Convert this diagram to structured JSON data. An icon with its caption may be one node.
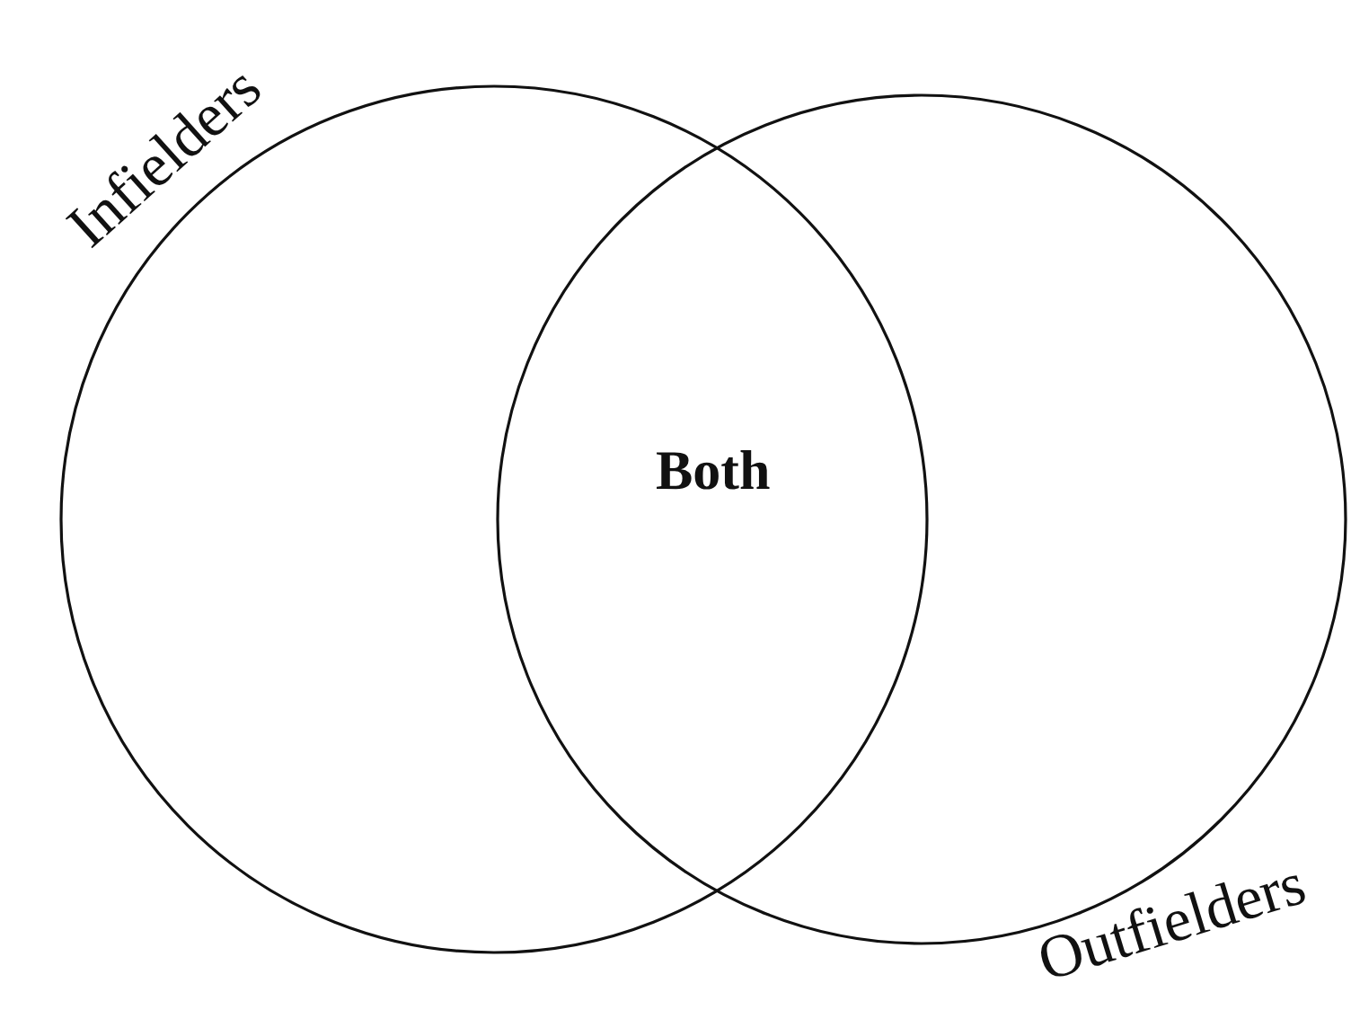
{
  "diagram": {
    "nodes": [
      {
        "text": [
          "Infielders"
        ]
      },
      {
        "text": [
          "Outfielders"
        ]
      }
    ],
    "labels": [
      "Both"
    ]
  }
}
